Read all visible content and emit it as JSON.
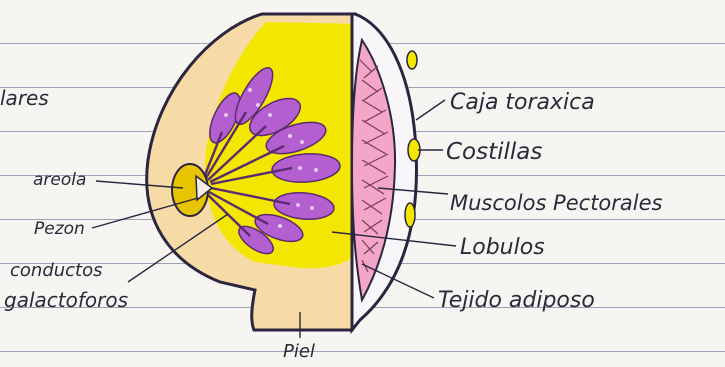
{
  "labels": {
    "glandular_partial": "lares",
    "areola": "areola",
    "pezon": "Pezon",
    "conductos_line1": "conductos",
    "conductos_line2": "galactoforos",
    "caja_toracica": "Caja toraxica",
    "costillas": "Costillas",
    "musculos": "Muscolos Pectorales",
    "lobulos": "Lobulos",
    "tejido": "Tejido adiposo",
    "piel": "Piel"
  },
  "colors": {
    "paper": "#f6f5f2",
    "ruling": "#9aa3b5",
    "skin": "#f7dba6",
    "fat": "#f3e600",
    "lobule": "#b45fd0",
    "muscle": "#f3a6c7",
    "outline": "#2b2540",
    "ink": "#2a2a3a"
  }
}
